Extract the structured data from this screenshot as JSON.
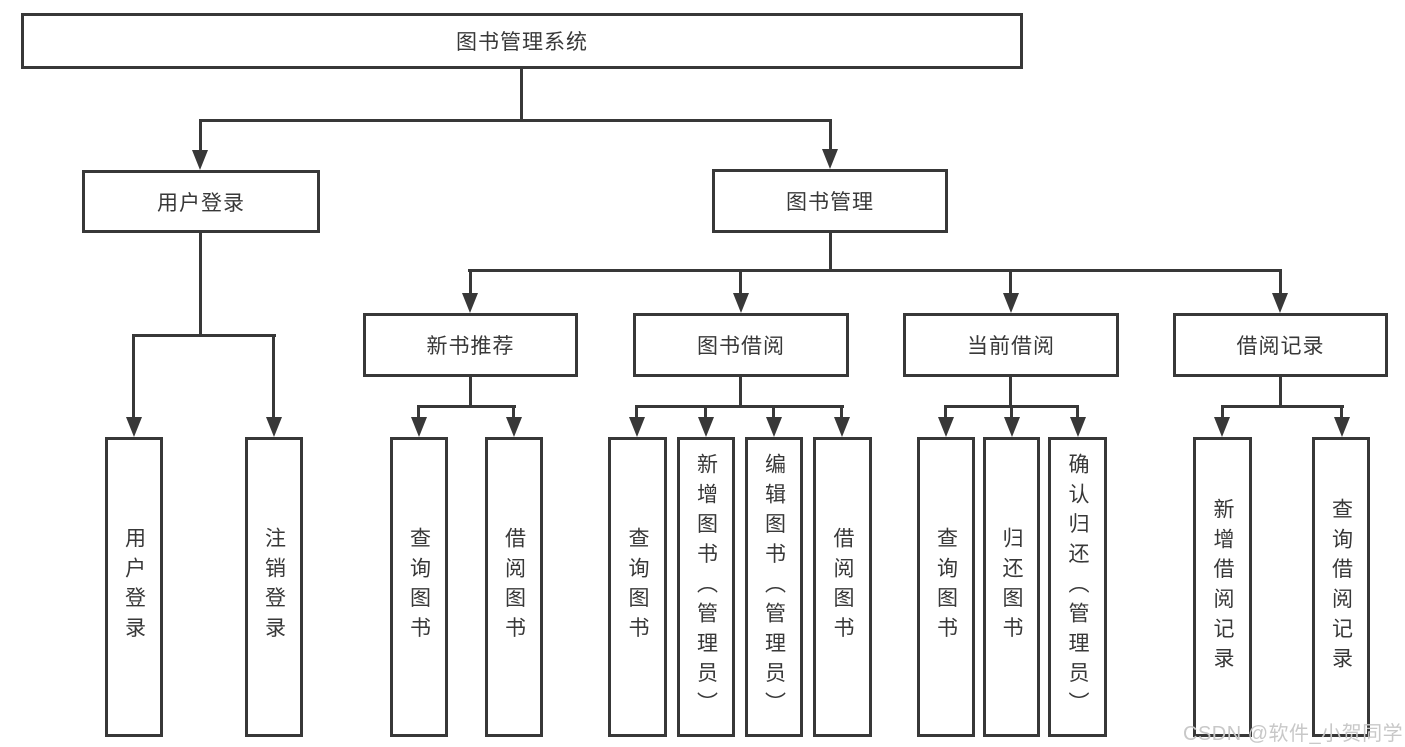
{
  "tree": {
    "root": {
      "label": "图书管理系统"
    },
    "branches": [
      {
        "label": "用户登录",
        "children": [
          {
            "label": "用户登录"
          },
          {
            "label": "注销登录"
          }
        ]
      },
      {
        "label": "图书管理",
        "children": [
          {
            "label": "新书推荐",
            "children": [
              {
                "label": "查询图书"
              },
              {
                "label": "借阅图书"
              }
            ]
          },
          {
            "label": "图书借阅",
            "children": [
              {
                "label": "查询图书"
              },
              {
                "label": "新增图书（管理员）"
              },
              {
                "label": "编辑图书（管理员）"
              },
              {
                "label": "借阅图书"
              }
            ]
          },
          {
            "label": "当前借阅",
            "children": [
              {
                "label": "查询图书"
              },
              {
                "label": "归还图书"
              },
              {
                "label": "确认归还（管理员）"
              }
            ]
          },
          {
            "label": "借阅记录",
            "children": [
              {
                "label": "新增借阅记录"
              },
              {
                "label": "查询借阅记录"
              }
            ]
          }
        ]
      }
    ]
  },
  "watermark": {
    "text": "CSDN @软件_小贺同学"
  },
  "colors": {
    "line": "#383838",
    "text": "#383838",
    "background": "#ffffff",
    "watermark": "#c8c8c8"
  }
}
